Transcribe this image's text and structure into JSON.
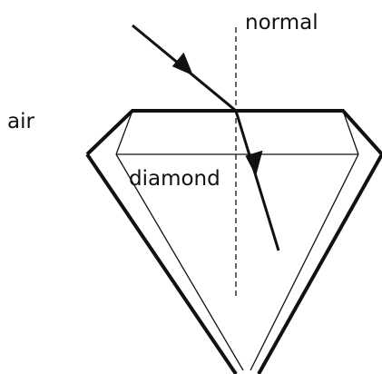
{
  "diagram": {
    "labels": {
      "normal": "normal",
      "air": "air",
      "diamond": "diamond"
    },
    "colors": {
      "stroke": "#111111",
      "background": "#ffffff"
    }
  }
}
